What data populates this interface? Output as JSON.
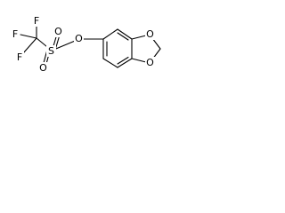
{
  "molecule": {
    "atoms": {
      "f_top": "F",
      "f_left": "F",
      "f_bottom": "F",
      "sulfur": "S",
      "o_sulfonyl_top": "O",
      "o_sulfonyl_bottom": "O",
      "o_ester": "O",
      "o_ring_top": "O",
      "o_ring_bottom": "O"
    },
    "colors": {
      "bond": "#000000",
      "label": "#000000",
      "background": "#ffffff"
    }
  }
}
